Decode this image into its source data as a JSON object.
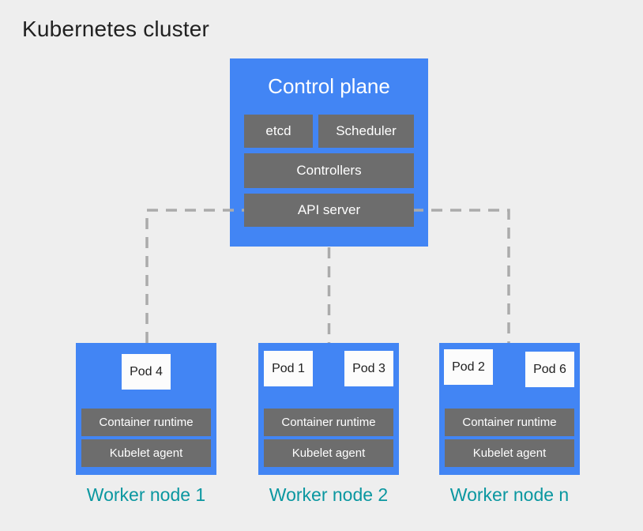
{
  "diagram": {
    "title": "Kubernetes cluster",
    "control_plane": {
      "title": "Control plane",
      "components": [
        "etcd",
        "Scheduler",
        "Controllers",
        "API server"
      ]
    },
    "worker_nodes": [
      {
        "label": "Worker node 1",
        "pods": [
          "Pod 4"
        ],
        "components": [
          "Container runtime",
          "Kubelet agent"
        ]
      },
      {
        "label": "Worker node 2",
        "pods": [
          "Pod 1",
          "Pod 3"
        ],
        "components": [
          "Container runtime",
          "Kubelet agent"
        ]
      },
      {
        "label": "Worker node n",
        "pods": [
          "Pod 2",
          "Pod 6"
        ],
        "components": [
          "Container runtime",
          "Kubelet agent"
        ]
      }
    ],
    "colors": {
      "background": "#eeeeee",
      "node_blue": "#4285f4",
      "component_gray": "#6d6d6d",
      "pod_white": "#fcfcfc",
      "label_teal": "#0a97a0",
      "connector_gray": "#ababab",
      "title_dark": "#212121"
    }
  }
}
